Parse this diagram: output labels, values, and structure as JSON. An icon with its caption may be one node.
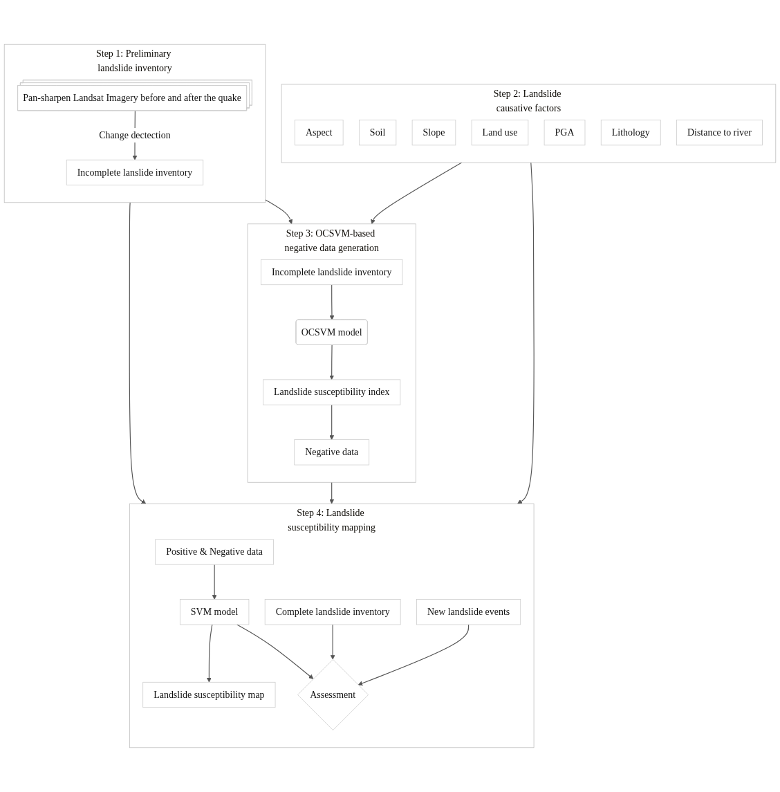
{
  "diagram": {
    "nodes": [
      {
        "text": [
          "Step 1: Preliminary landslide inventory"
        ]
      },
      {
        "text": [
          "Pan-sharpen Landsat Imagery before and after the quake"
        ],
        "in": 0
      },
      {
        "text": [
          "Incomplete lanslide inventory"
        ],
        "in": 0
      },
      {
        "text": [
          "Step 2: Landslide causative factors"
        ]
      },
      {
        "text": [
          "Aspect"
        ],
        "in": 3
      },
      {
        "text": [
          "Soil"
        ],
        "in": 3
      },
      {
        "text": [
          "Slope"
        ],
        "in": 3
      },
      {
        "text": [
          "Land use"
        ],
        "in": 3
      },
      {
        "text": [
          "PGA"
        ],
        "in": 3
      },
      {
        "text": [
          "Lithology"
        ],
        "in": 3
      },
      {
        "text": [
          "Distance to river"
        ],
        "in": 3
      },
      {
        "text": [
          "Step 3: OCSVM-based negative data generation"
        ]
      },
      {
        "text": [
          "Incomplete landslide inventory"
        ],
        "in": 11
      },
      {
        "text": [
          "OCSVM model"
        ],
        "in": 11
      },
      {
        "text": [
          "Landslide susceptibility index"
        ],
        "in": 11
      },
      {
        "text": [
          "Negative data"
        ],
        "in": 11
      },
      {
        "text": [
          "Step 4: Landslide susceptibility mapping"
        ]
      },
      {
        "text": [
          "Positive & Negative data"
        ],
        "in": 16
      },
      {
        "text": [
          "SVM model"
        ],
        "in": 16
      },
      {
        "text": [
          "Landslide susceptibility map"
        ],
        "in": 16
      },
      {
        "text": [
          "Assessment"
        ],
        "in": 16
      },
      {
        "text": [
          "Complete landslide inventory"
        ],
        "in": 16
      },
      {
        "text": [
          "New landslide events"
        ],
        "in": 16
      }
    ],
    "edges": [
      {
        "from": 1,
        "to": 2,
        "arrow": "to",
        "label": "Change dectection"
      },
      {
        "from": 0,
        "to": 11,
        "arrow": "to"
      },
      {
        "from": 3,
        "to": 11,
        "arrow": "to"
      },
      {
        "from": 0,
        "to": 16,
        "arrow": "to"
      },
      {
        "from": 11,
        "to": 16,
        "arrow": "to"
      },
      {
        "from": 3,
        "to": 16,
        "arrow": "to"
      },
      {
        "from": 12,
        "to": 13,
        "arrow": "to"
      },
      {
        "from": 13,
        "to": 14,
        "arrow": "to"
      },
      {
        "from": 14,
        "to": 15,
        "arrow": "to"
      },
      {
        "from": 17,
        "to": 18,
        "arrow": "to"
      },
      {
        "from": 18,
        "to": 19,
        "arrow": "to"
      },
      {
        "from": 18,
        "to": 20,
        "arrow": "to"
      },
      {
        "from": 21,
        "to": 20,
        "arrow": "to"
      },
      {
        "from": 22,
        "to": 20,
        "arrow": "to"
      }
    ]
  }
}
